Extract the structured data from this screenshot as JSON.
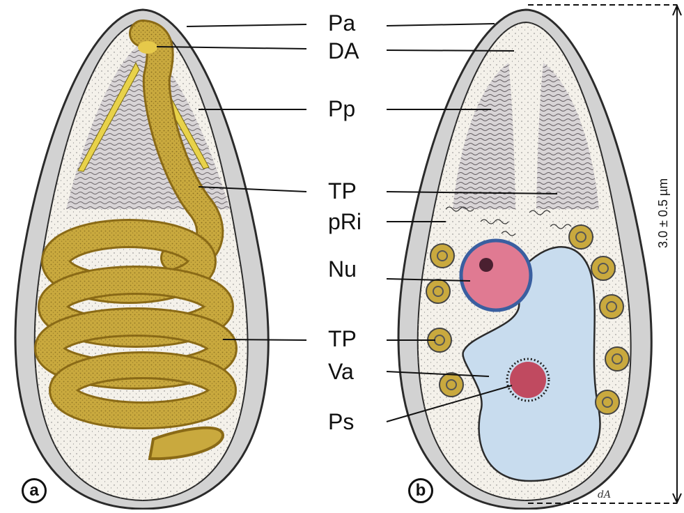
{
  "labels": {
    "pa": "Pa",
    "da": "DA",
    "pp": "Pp",
    "tp1": "TP",
    "pri": "pRi",
    "nu": "Nu",
    "tp2": "TP",
    "va": "Va",
    "ps": "Ps"
  },
  "panels": {
    "a": "a",
    "b": "b"
  },
  "scale_bar": "3.0 ± 0.5 µm",
  "signature": "dA",
  "colors": {
    "wall": "#d2d2d2",
    "wall_outline": "#2b2b2b",
    "cytoplasm": "#f4f1ea",
    "polar_tube": "#c9a93e",
    "polar_tube_dark": "#8a6a16",
    "polaroplast": "#7a7478",
    "nucleus": "#e07a92",
    "nucleus_rim": "#3a5fa0",
    "vacuole": "#c8dcee",
    "posterosome": "#c04a60",
    "ring": "#c9a93e"
  }
}
